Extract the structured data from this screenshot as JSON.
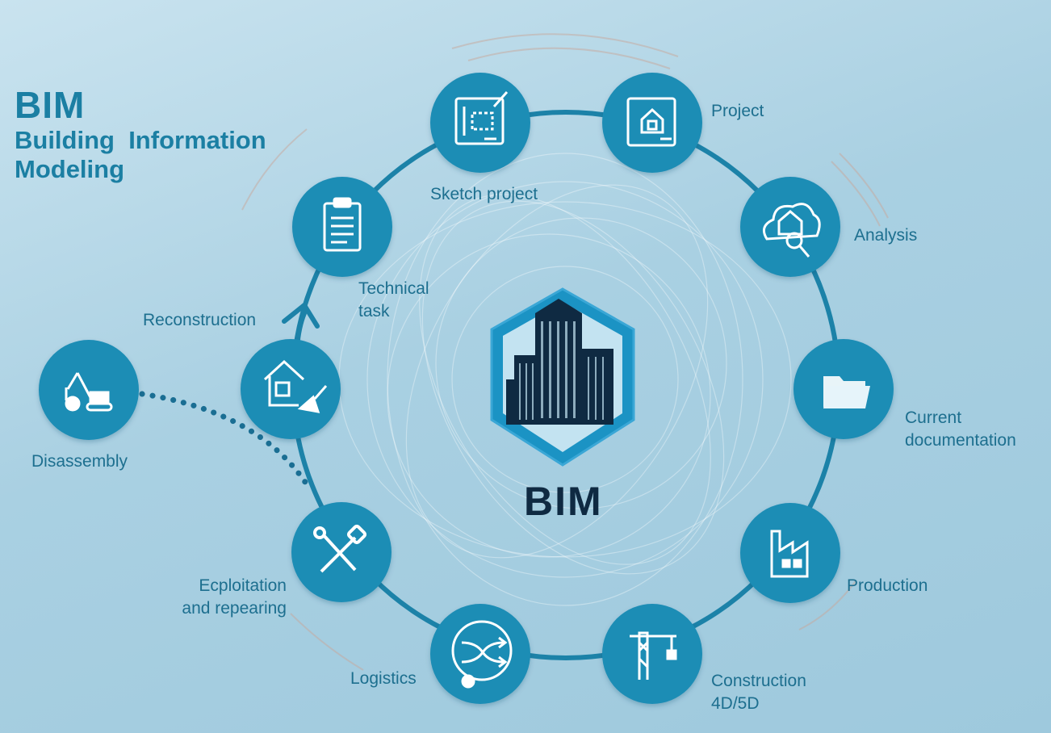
{
  "title": {
    "main": "BIM",
    "line1": "Building  Information",
    "line2": "Modeling"
  },
  "center": {
    "label": "BIM",
    "icon": "buildings-hexagon-icon"
  },
  "stages": [
    {
      "id": "sketch",
      "label": "Sketch project",
      "icon": "blueprint-pencil-icon"
    },
    {
      "id": "project",
      "label": "Project",
      "icon": "house-blueprint-icon"
    },
    {
      "id": "analysis",
      "label": "Analysis",
      "icon": "cloud-house-magnifier-icon"
    },
    {
      "id": "documentation",
      "label_line1": "Current",
      "label_line2": "documentation",
      "icon": "folder-icon"
    },
    {
      "id": "production",
      "label": "Production",
      "icon": "factory-icon"
    },
    {
      "id": "construction",
      "label_line1": "Construction",
      "label_line2": "4D/5D",
      "icon": "crane-icon"
    },
    {
      "id": "logistics",
      "label": "Logistics",
      "icon": "shuffle-gear-icon"
    },
    {
      "id": "exploitation",
      "label_line1": "Ecploitation",
      "label_line2": "and repearing",
      "icon": "wrench-icon"
    },
    {
      "id": "reconstruction",
      "label": "Reconstruction",
      "icon": "house-trowel-icon"
    },
    {
      "id": "technical",
      "label_line1": "Technical",
      "label_line2": "task",
      "icon": "clipboard-icon"
    },
    {
      "id": "disassembly",
      "label": "Disassembly",
      "icon": "wrecking-crane-icon"
    }
  ],
  "colors": {
    "node": "#1f8db5",
    "ring": "#1c82a8",
    "text": "#1d6f8f",
    "title": "#1b7fa3",
    "center_dark": "#0f2a42",
    "center_border": "#3aa7d6"
  }
}
